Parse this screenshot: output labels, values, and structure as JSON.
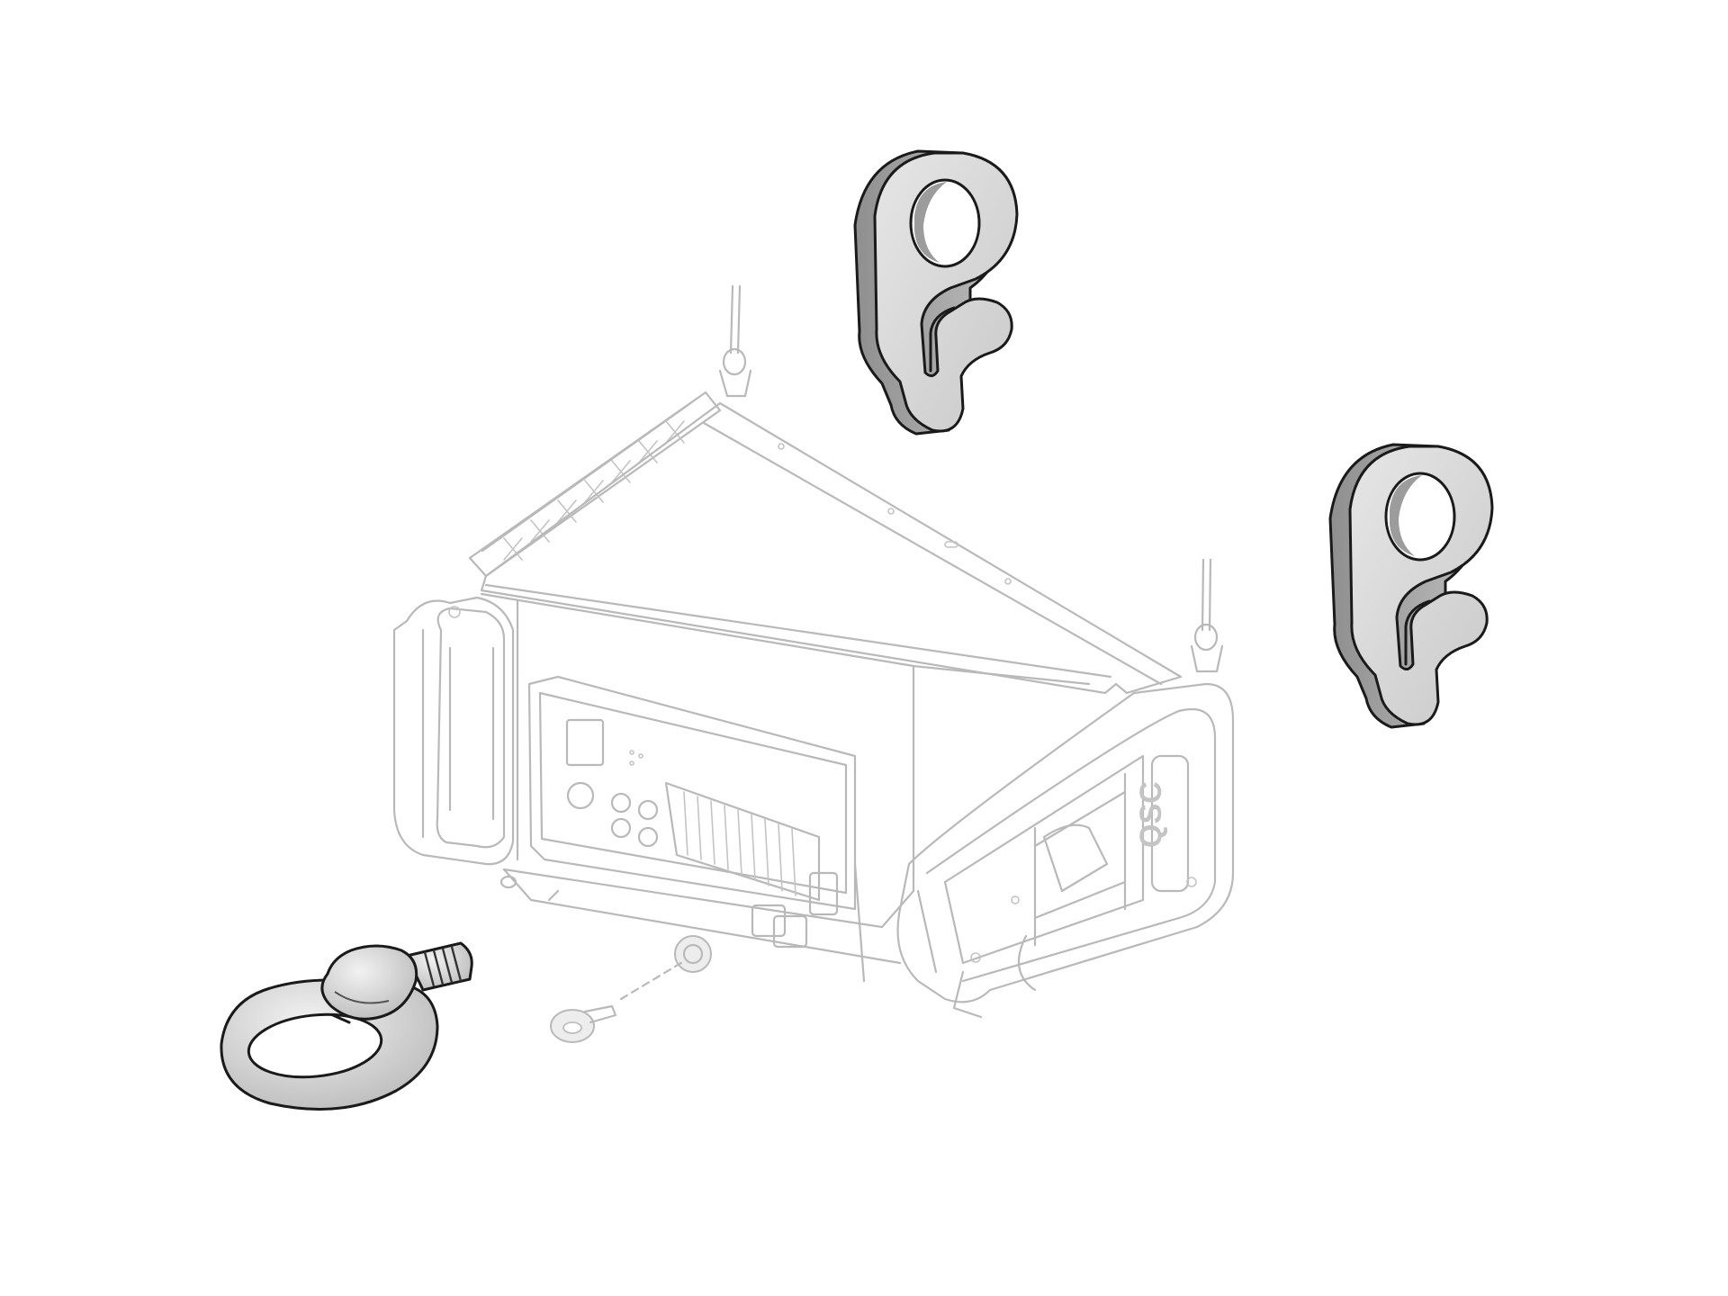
{
  "figure": {
    "brand_logo_text": "QSC",
    "parts": [
      {
        "name": "speaker-cabinet",
        "style": "ghosted"
      },
      {
        "name": "rigging-hook-a",
        "style": "highlighted"
      },
      {
        "name": "rigging-hook-b",
        "style": "highlighted"
      },
      {
        "name": "eyebolt",
        "style": "highlighted"
      }
    ],
    "colors": {
      "ghost_line": "#b9b9b9",
      "part_outline": "#1a1a1a",
      "part_fill": "#d9d9d9",
      "part_shadow": "#a8a8a8"
    }
  }
}
